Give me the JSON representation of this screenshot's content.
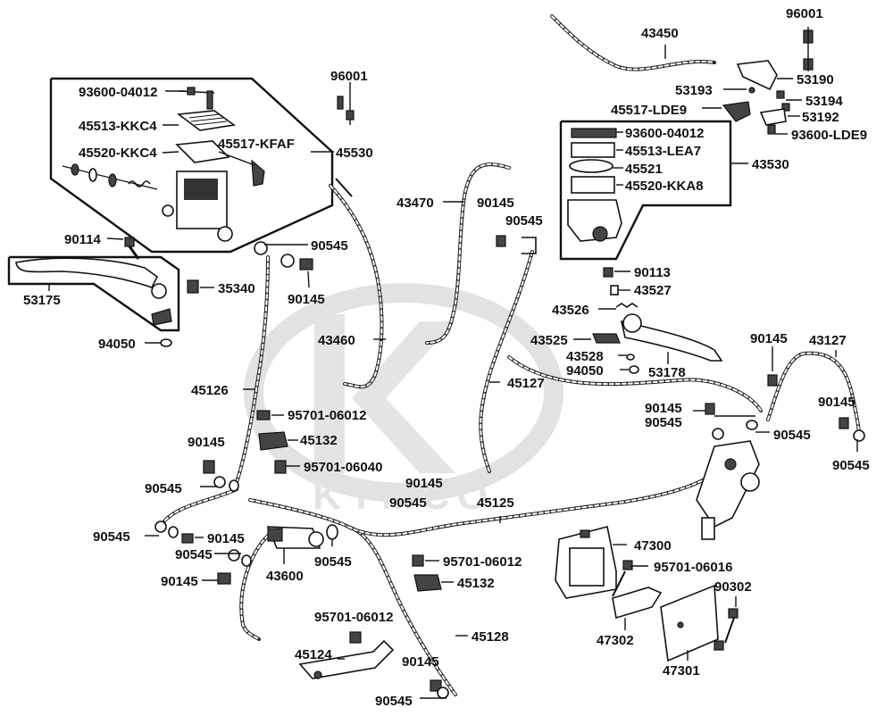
{
  "watermark": {
    "text": "KYMCO"
  },
  "labels": {
    "l93600_04012_a": "93600-04012",
    "l45513_kkc4": "45513-KKC4",
    "l45520_kkc4": "45520-KKC4",
    "l45517_kfaf": "45517-KFAF",
    "l45530": "45530",
    "l96001_a": "96001",
    "l90114": "90114",
    "l90545_a": "90545",
    "l53175": "53175",
    "l35340": "35340",
    "l90145_a": "90145",
    "l94050_a": "94050",
    "l43460": "43460",
    "l45126": "45126",
    "l95701_06012_a": "95701-06012",
    "l45132_a": "45132",
    "l90145_b": "90145",
    "l90545_b": "90545",
    "l95701_06040": "95701-06040",
    "l90145_c": "90145",
    "l90545_c": "90545",
    "l90545_d": "90545",
    "l90145_d": "90145",
    "l90545_e": "90545",
    "l90145_e": "90145",
    "l43600": "43600",
    "l90545_f": "90545",
    "l95701_06012_b": "95701-06012",
    "l45124": "45124",
    "l45128": "45128",
    "l90145_f": "90145",
    "l90545_g": "90545",
    "l95701_06012_c": "95701-06012",
    "l45132_b": "45132",
    "l45125": "45125",
    "l43470": "43470",
    "l90145_g": "90145",
    "l90545_h": "90545",
    "l45127": "45127",
    "l43450": "43450",
    "l96001_b": "96001",
    "l53190": "53190",
    "l53193": "53193",
    "l53194": "53194",
    "l45517_lde9": "45517-LDE9",
    "l53192": "53192",
    "l93600_lde9": "93600-LDE9",
    "l93600_04012_b": "93600-04012",
    "l45513_lea7": "45513-LEA7",
    "l45521": "45521",
    "l45520_kka8": "45520-KKA8",
    "l43530": "43530",
    "l90113": "90113",
    "l43527": "43527",
    "l43526": "43526",
    "l43525": "43525",
    "l43528": "43528",
    "l94050_b": "94050",
    "l53178": "53178",
    "l90145_h": "90145",
    "l43127": "43127",
    "l90145_i": "90145",
    "l90545_i": "90545",
    "l90545_j": "90545",
    "l90145_j": "90145",
    "l90545_k": "90545",
    "l47300": "47300",
    "l95701_06016": "95701-06016",
    "l90302": "90302",
    "l47302": "47302",
    "l47301": "47301"
  }
}
